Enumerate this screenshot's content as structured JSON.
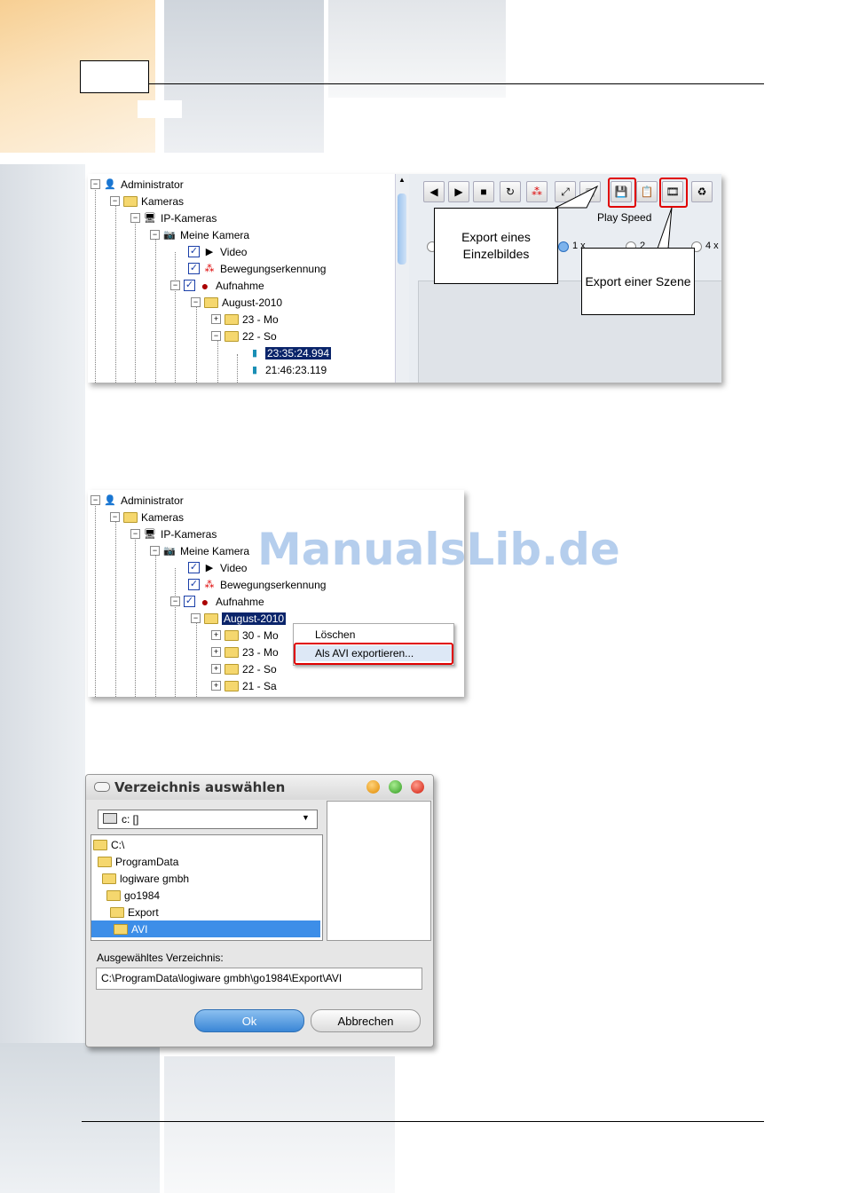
{
  "watermark": "ManualsLib.de",
  "screenshot1": {
    "tree": [
      {
        "label": "Administrator"
      },
      {
        "label": "Kameras"
      },
      {
        "label": "IP-Kameras"
      },
      {
        "label": "Meine Kamera"
      },
      {
        "label": "Video"
      },
      {
        "label": "Bewegungserkennung"
      },
      {
        "label": "Aufnahme"
      },
      {
        "label": "August-2010"
      },
      {
        "label": "23 - Mo"
      },
      {
        "label": "22 - So"
      },
      {
        "label": "23:35:24.994"
      },
      {
        "label": "21:46:23.119"
      }
    ],
    "play_speed_label": "Play Speed",
    "speed_options": [
      "1 x",
      "2",
      "4 x"
    ],
    "callout_single": "Export eines Einzelbildes",
    "callout_scene": "Export einer Szene"
  },
  "screenshot2": {
    "tree": [
      {
        "label": "Administrator"
      },
      {
        "label": "Kameras"
      },
      {
        "label": "IP-Kameras"
      },
      {
        "label": "Meine Kamera"
      },
      {
        "label": "Video"
      },
      {
        "label": "Bewegungserkennung"
      },
      {
        "label": "Aufnahme"
      },
      {
        "label": "August-2010"
      },
      {
        "label": "30 - Mo"
      },
      {
        "label": "23 - Mo"
      },
      {
        "label": "22 - So"
      },
      {
        "label": "21 - Sa"
      }
    ],
    "menu": {
      "delete": "Löschen",
      "export_avi": "Als AVI exportieren..."
    }
  },
  "dialog": {
    "title": "Verzeichnis auswählen",
    "drive": "c: []",
    "folders": [
      "C:\\",
      "ProgramData",
      "logiware gmbh",
      "go1984",
      "Export",
      "AVI"
    ],
    "selected_label": "Ausgewähltes Verzeichnis:",
    "selected_path": "C:\\ProgramData\\logiware gmbh\\go1984\\Export\\AVI",
    "ok": "Ok",
    "cancel": "Abbrechen"
  },
  "colors": {
    "highlight": "#e00000",
    "selection": "#0a246a",
    "dialog_selection": "#3d8ee8"
  }
}
